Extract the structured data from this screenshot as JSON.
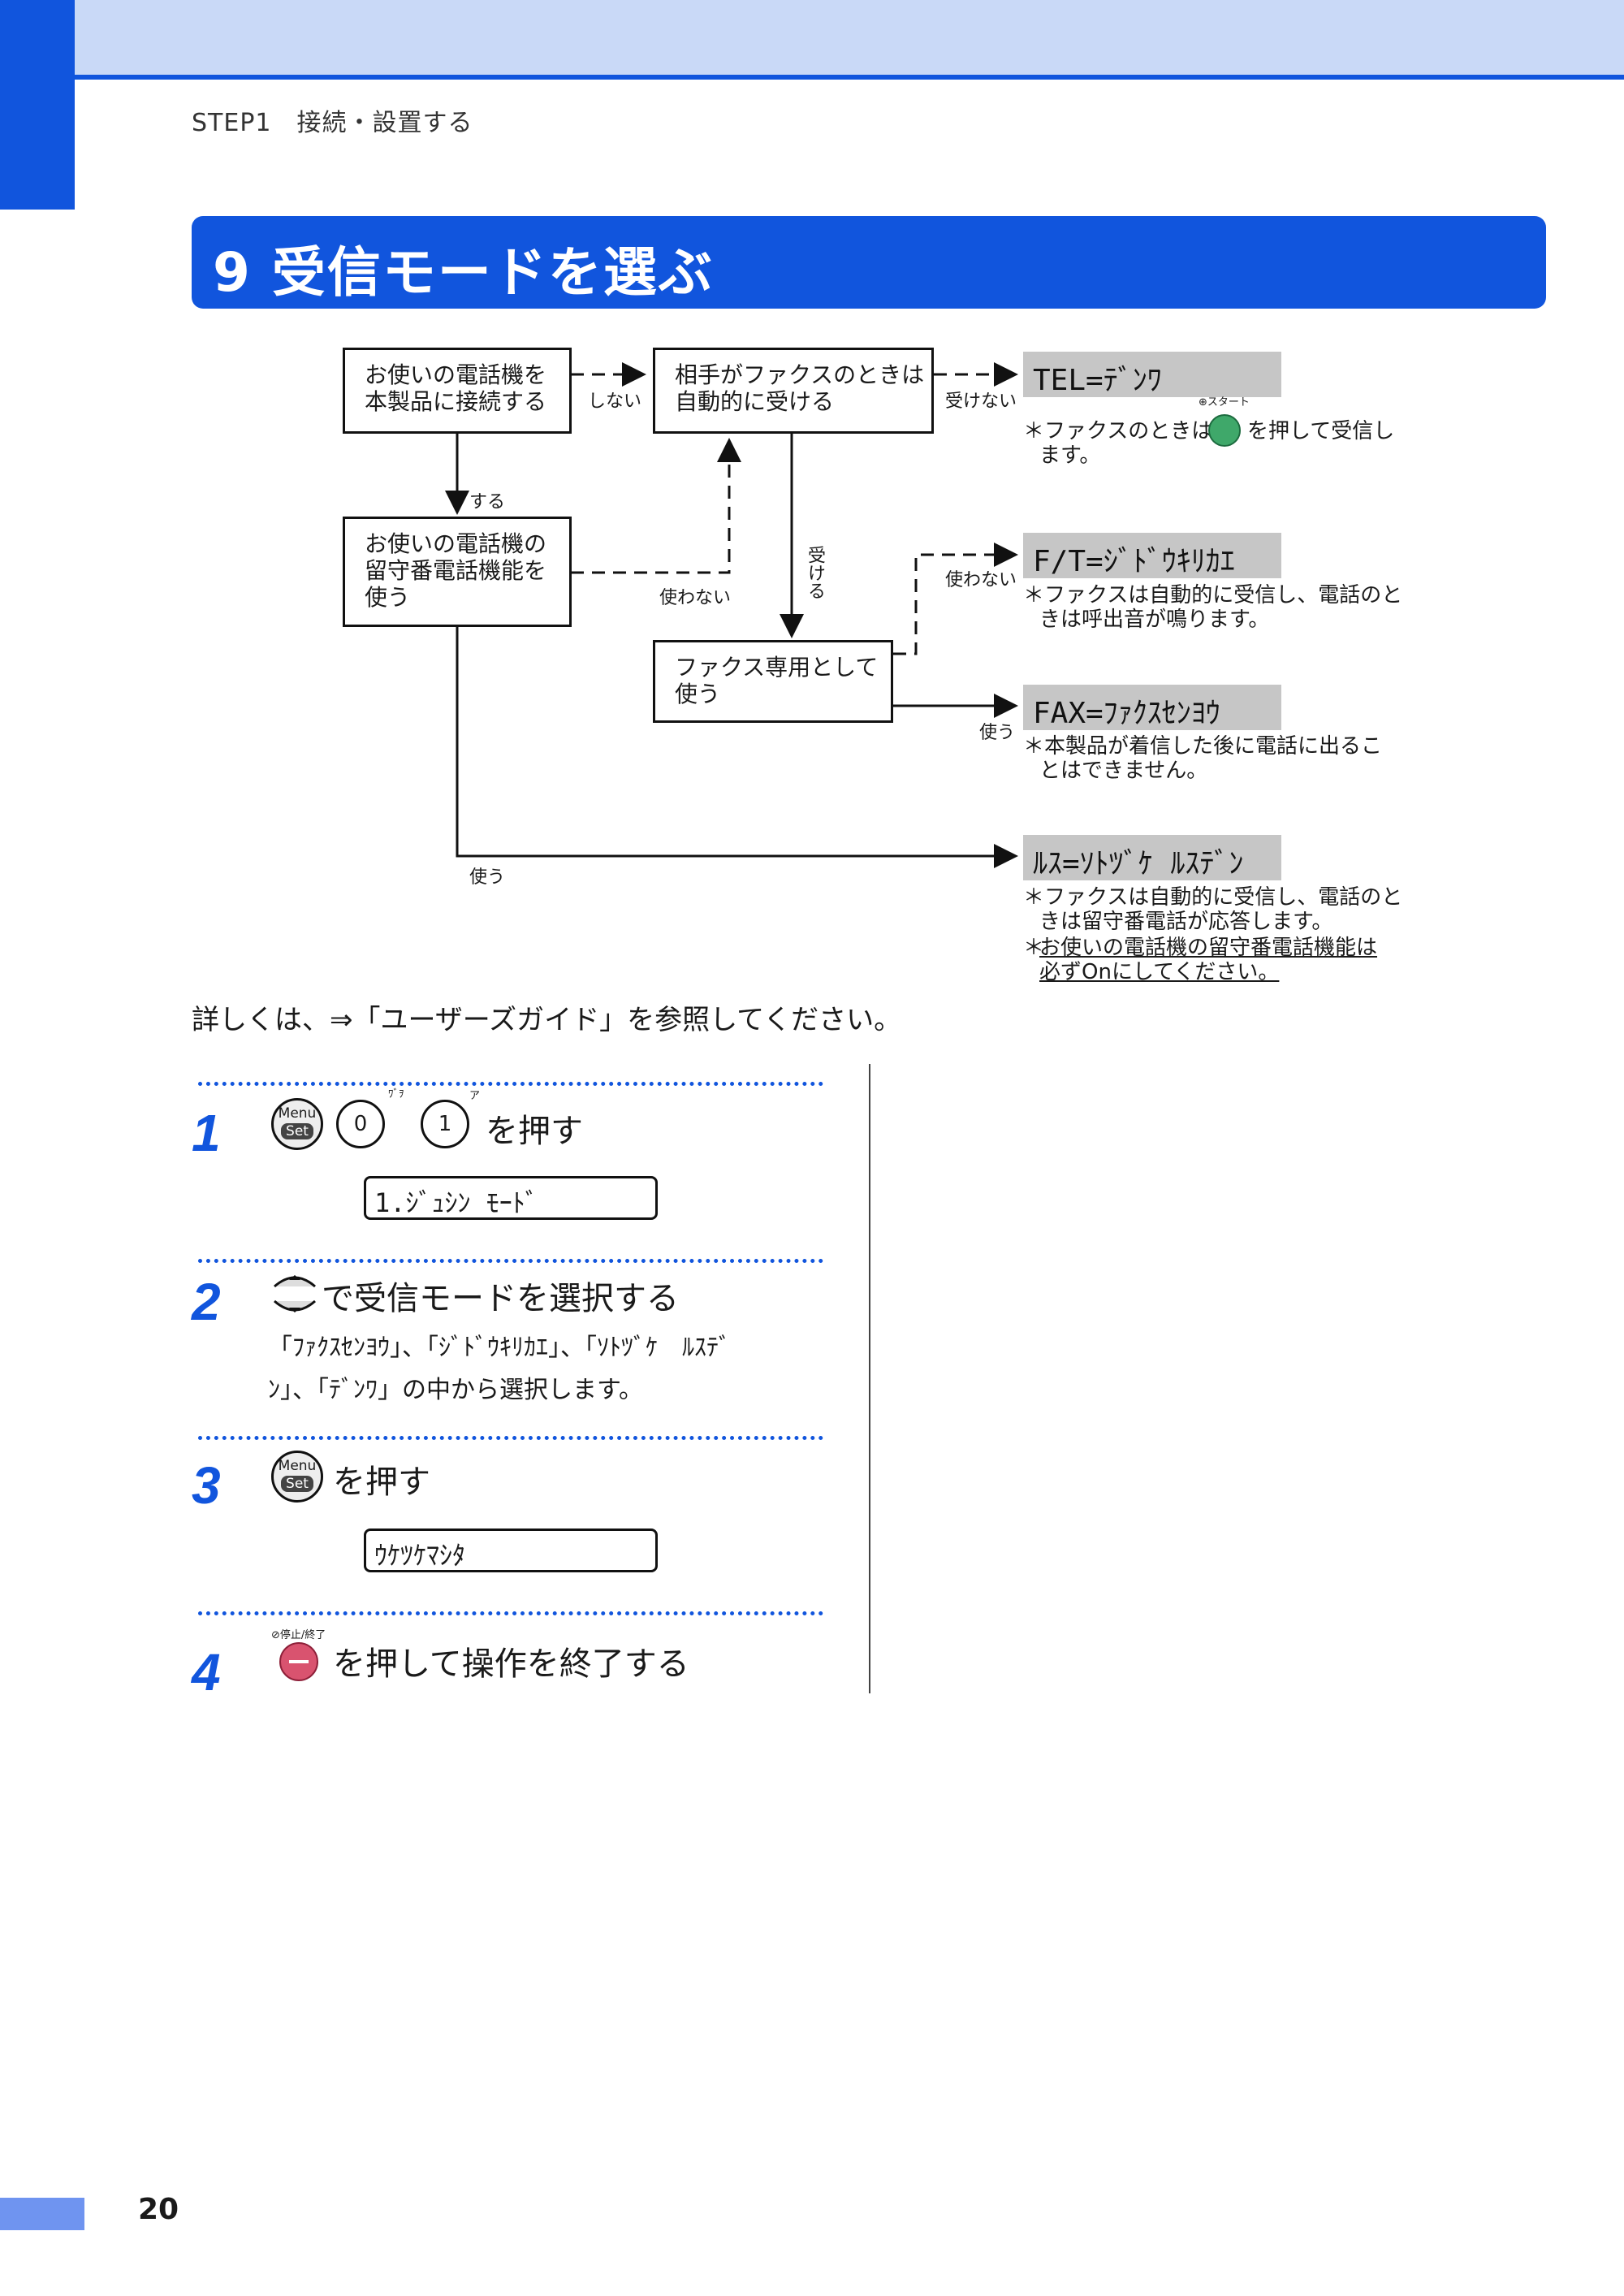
{
  "header": {
    "breadcrumb": "STEP1　接続・設置する"
  },
  "section": {
    "title": "9 受信モードを選ぶ"
  },
  "flowchart": {
    "box1": [
      "お使いの電話機を",
      "本製品に接続する"
    ],
    "box2": [
      "相手がファクスのときは",
      "自動的に受ける"
    ],
    "box3": [
      "お使いの電話機の",
      "留守番電話機能を",
      "使う"
    ],
    "box4": [
      "ファクス専用として",
      "使う"
    ],
    "label_shinai": "しない",
    "label_suru": "する",
    "label_tsukawanai1": "使わない",
    "label_uketsukenai": "受けない",
    "label_ukeru": "受ける",
    "label_tsukawanai2": "使わない",
    "label_tsukau1": "使う",
    "label_tsukau2": "使う",
    "start_key_label": "スタート",
    "modes": [
      {
        "code": "TEL=ﾃﾞﾝﾜ",
        "notes": [
          "＊ファクスのときは",
          "を押して受信し",
          "ます。"
        ]
      },
      {
        "code": "F/T=ｼﾞﾄﾞｳｷﾘｶｴ",
        "notes": [
          "＊ファクスは自動的に受信し、電話のと",
          "きは呼出音が鳴ります。"
        ]
      },
      {
        "code": "FAX=ﾌｧｸｽｾﾝﾖｳ",
        "notes": [
          "＊本製品が着信した後に電話に出るこ",
          "とはできません。"
        ]
      },
      {
        "code": "ﾙｽ=ｿﾄﾂﾞｹ ﾙｽﾃﾞﾝ",
        "notes": [
          "＊ファクスは自動的に受信し、電話のと",
          "きは留守番電話が応答します。",
          "＊",
          "お使いの電話機の留守番電話機能は",
          "必ずOnにしてください。"
        ]
      }
    ]
  },
  "detail_text": "詳しくは、⇒「ユーザーズガイド」を参照してください。",
  "keys": {
    "menu": "Menu",
    "set": "Set",
    "zero": "0",
    "one": "1",
    "zero_sub": "ﾜﾞｦ",
    "one_sub": "ア",
    "stop_label": "停止/終了"
  },
  "steps": [
    {
      "num": "1",
      "text": "を押す",
      "lcd": "1.ｼﾞｭｼﾝ ﾓｰﾄﾞ"
    },
    {
      "num": "2",
      "text": "で受信モードを選択する",
      "desc": [
        "「ﾌｧｸｽｾﾝﾖｳ」、「ｼﾞﾄﾞｳｷﾘｶｴ」、「ｿﾄﾂﾞｹ　ﾙｽﾃﾞ",
        "ﾝ」、「ﾃﾞﾝﾜ」の中から選択します。"
      ]
    },
    {
      "num": "3",
      "text": "を押す",
      "lcd": "ｳｹﾂｹﾏｼﾀ"
    },
    {
      "num": "4",
      "text": "を押して操作を終了する"
    }
  ],
  "footer": {
    "page": "20"
  }
}
